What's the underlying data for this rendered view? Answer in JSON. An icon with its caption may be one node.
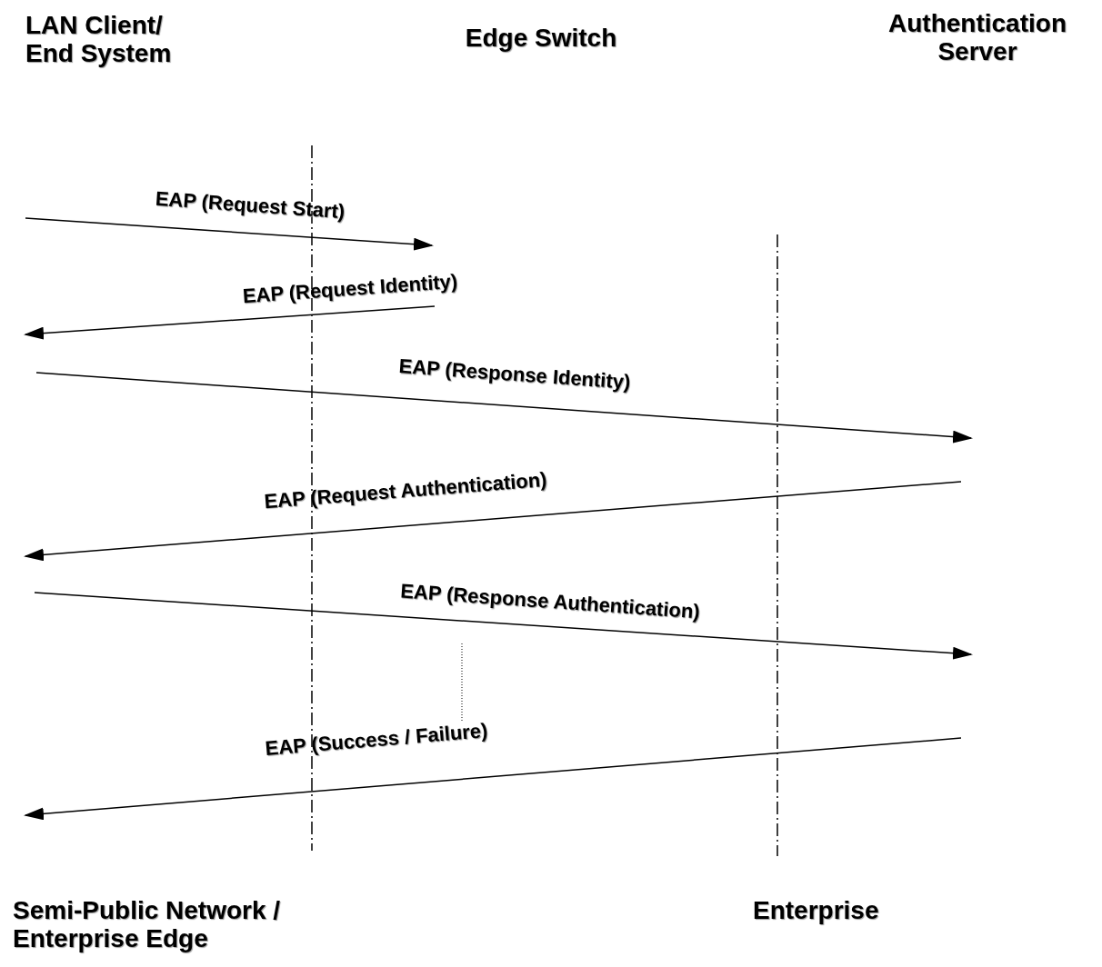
{
  "diagram": {
    "nodes": [
      {
        "text": [
          "LAN Client/ End System"
        ]
      },
      {
        "text": [
          "Edge Switch"
        ]
      },
      {
        "text": [
          "Authentication Server"
        ]
      }
    ],
    "labels": [
      "EAP (Request Start)",
      "EAP (Request Identity)",
      "EAP (Response Identity)",
      "EAP (Request Authentication)",
      "EAP (Response Authentication)",
      "EAP (Success / Failure)",
      "Semi-Public Network / Enterprise Edge",
      "Enterprise"
    ]
  }
}
